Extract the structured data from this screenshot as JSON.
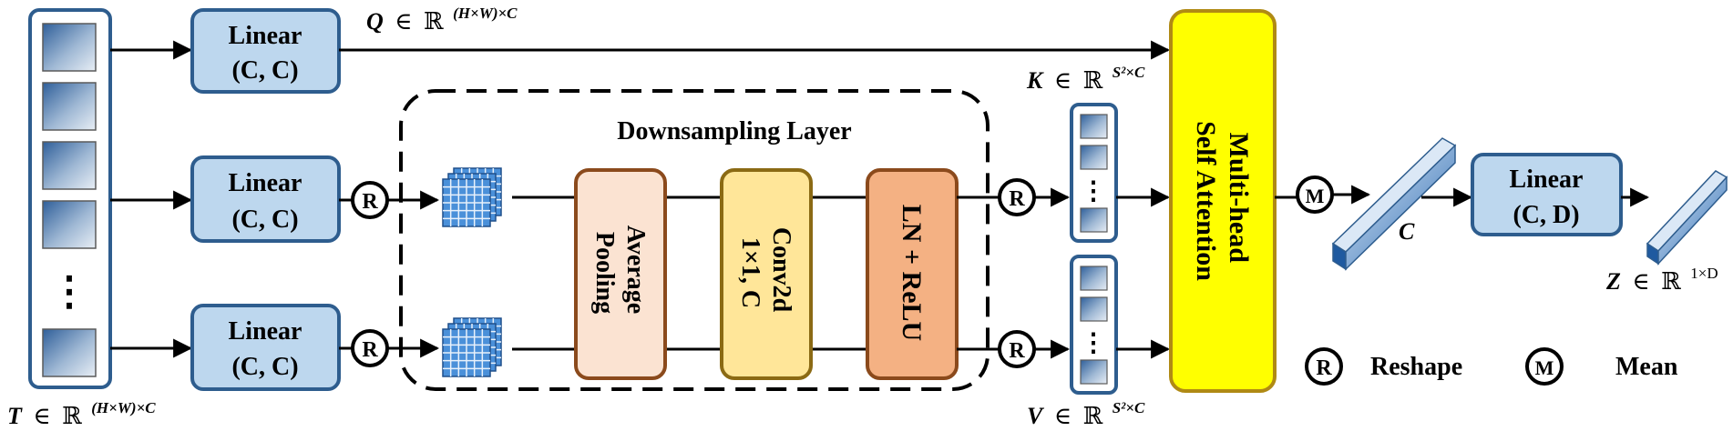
{
  "colors": {
    "linear_fill": "#bdd7ee",
    "linear_stroke": "#2e5d8e",
    "avgpool_fill": "#fbe3d2",
    "avgpool_stroke": "#8b4a1c",
    "conv_fill": "#ffe699",
    "conv_stroke": "#8b6a14",
    "lnrelu_fill": "#f4b183",
    "lnrelu_stroke": "#8b4a1c",
    "mhsa_fill": "#ffff00",
    "mhsa_stroke": "#b08a14",
    "arrow": "#000000",
    "token_blue": "#4a7fb8"
  },
  "input": {
    "label_var": "T",
    "label_in": "∈",
    "label_set": "ℝ",
    "label_sup": "(H×W)×C",
    "ellipsis": "⋮"
  },
  "linear_q": {
    "title": "Linear",
    "params": "(C, C)"
  },
  "linear_k": {
    "title": "Linear",
    "params": "(C, C)"
  },
  "linear_v": {
    "title": "Linear",
    "params": "(C, C)"
  },
  "q_label": {
    "var": "Q",
    "in": "∈",
    "set": "ℝ",
    "sup": "(H×W)×C"
  },
  "k_label": {
    "var": "K",
    "in": "∈",
    "set": "ℝ",
    "sup": "S²×C"
  },
  "v_label": {
    "var": "V",
    "in": "∈",
    "set": "ℝ",
    "sup": "S²×C"
  },
  "downsampling": {
    "title": "Downsampling Layer",
    "avg_pool": [
      "Average",
      "Pooling"
    ],
    "conv": [
      "Conv2d",
      "1×1, C"
    ],
    "ln_relu": "LN + ReLU"
  },
  "kv_ellipsis": "⋮",
  "mhsa": [
    "Multi-head",
    "Self Attention"
  ],
  "reshape_symbol": "R",
  "mean_symbol": "M",
  "bar_label": "C",
  "linear_out": {
    "title": "Linear",
    "params": "(C, D)"
  },
  "z_label": {
    "var": "Z",
    "in": "∈",
    "set": "ℝ",
    "sup": "1×D"
  },
  "legend": {
    "reshape": "Reshape",
    "mean": "Mean"
  }
}
